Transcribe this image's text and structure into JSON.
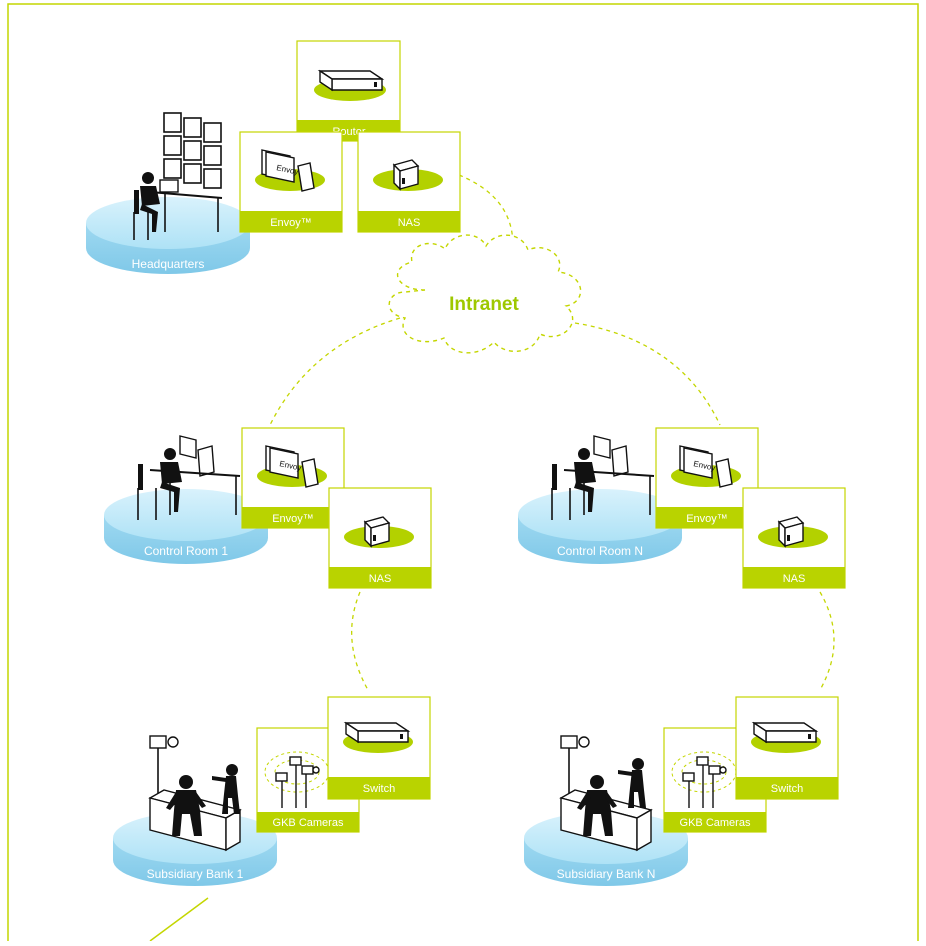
{
  "colors": {
    "accent_green": "#b9d300",
    "border_green": "#c4d600",
    "platform_blue": "#aee2f6",
    "platform_blue_dark": "#8fd2ee",
    "label_white": "#ffffff"
  },
  "network": {
    "cloud_label": "Intranet"
  },
  "headquarters": {
    "platform_label": "Headquarters",
    "router_label": "Router",
    "envoy_label": "Envoy™",
    "nas_label": "NAS",
    "envoy_screen_text": "Envoy"
  },
  "control_room_1": {
    "platform_label": "Control Room 1",
    "envoy_label": "Envoy™",
    "nas_label": "NAS",
    "envoy_screen_text": "Envoy"
  },
  "control_room_n": {
    "platform_label": "Control Room N",
    "envoy_label": "Envoy™",
    "nas_label": "NAS",
    "envoy_screen_text": "Envoy"
  },
  "subsidiary_bank_1": {
    "platform_label": "Subsidiary Bank 1",
    "switch_label": "Switch",
    "cameras_label": "GKB Cameras"
  },
  "subsidiary_bank_n": {
    "platform_label": "Subsidiary Bank N",
    "switch_label": "Switch",
    "cameras_label": "GKB Cameras"
  },
  "icons": [
    "router-icon",
    "envoy-monitor-icon",
    "nas-box-icon",
    "switch-icon",
    "camera-icon",
    "operator-figure-icon",
    "video-wall-icon",
    "cloud-icon"
  ]
}
